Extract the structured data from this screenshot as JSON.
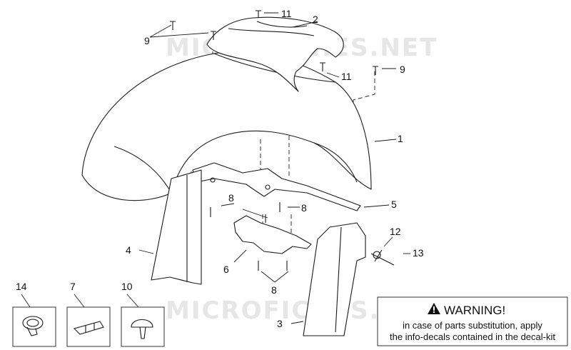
{
  "watermark": [
    "MICROFICHES.NET",
    "MICROFICHES.NET"
  ],
  "callouts": [
    "1",
    "2",
    "3",
    "4",
    "5",
    "6",
    "7",
    "8",
    "8",
    "8",
    "9",
    "9",
    "10",
    "11",
    "11",
    "12",
    "13",
    "14"
  ],
  "warning": {
    "title": "WARNING!",
    "line1": "in case of parts substitution, apply",
    "line2": "the info-decals contained in the decal-kit"
  },
  "icons": [
    "warning-triangle-icon"
  ]
}
